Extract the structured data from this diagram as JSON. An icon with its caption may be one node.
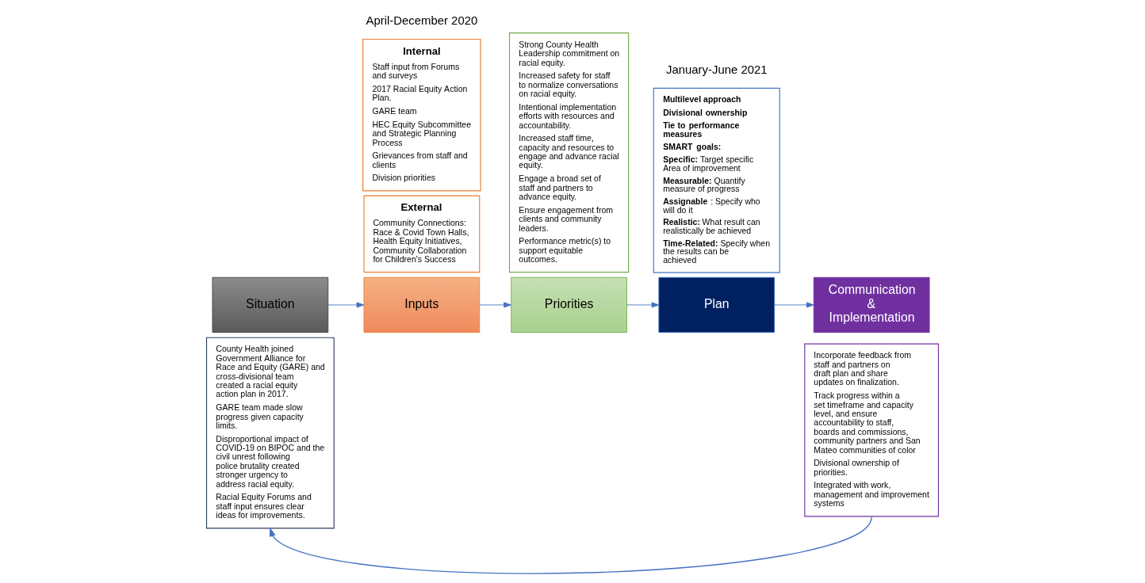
{
  "diagram": {
    "nodes": [
      {
        "text": [
          "Situation"
        ]
      },
      {
        "text": [
          "County Health joined Government Alliance for Race and Equity (GARE) and cross-divisional team created a racial equity action plan in 2017.",
          "GARE team made slow progress given capacity limits.",
          "Disproportional impact of COVID-19 on BIPOC and the civil unrest following police brutality created stronger urgency to address racial equity.",
          "Racial Equity Forums and staff input ensures clear ideas for improvements."
        ]
      },
      {
        "text": [
          "Inputs"
        ]
      },
      {
        "text": [
          "Internal",
          "Staff input from Forums and surveys",
          "2017 Racial Equity Action Plan.",
          "GARE team",
          "HEC Equity Subcommittee and Strategic Planning Process",
          "Grievances from staff and clients",
          "Division priorities"
        ]
      },
      {
        "text": [
          "External",
          "Community Connections: Race & Covid Town Halls, Health Equity Initiatives, Community Collaboration for Children's Success"
        ]
      },
      {
        "text": [
          "Priorities"
        ]
      },
      {
        "text": [
          "Strong County Health Leadership commitment on racial equity.",
          "Increased safety for staff to normalize conversations on racial equity.",
          "Intentional implementation efforts with resources and accountability.",
          "Increased staff time, capacity and resources to engage and advance racial equity.",
          "Engage a broad set of staff and partners to advance equity.",
          "Ensure engagement from clients and community leaders.",
          "Performance metric(s) to support equitable outcomes."
        ]
      },
      {
        "text": [
          "Plan"
        ]
      },
      {
        "text": [
          "**Multilevel approach**",
          "**Divisional ownership**",
          "**Tie to performance measures**",
          "**SMART goals:**",
          "**Specific:** Target specific Area of improvement",
          "**Measurable:** Quantify measure of progress",
          "**Assignable**: Specify who will do it",
          "**Realistic:** What result can realistically be achieved",
          "**Time-Related:** Specify when the results can be achieved"
        ]
      },
      {
        "text": [
          "Communication & Implementation"
        ]
      },
      {
        "text": [
          "Incorporate feedback from staff and partners on draft plan and share updates on finalization.",
          "Track progress within a set timeframe and capacity level, and ensure accountability to staff, boards and commissions, community partners and San Mateo communities of color",
          "Divisional ownership of priorities.",
          "Integrated with work, management and improvement systems"
        ]
      }
    ],
    "edges": [
      {
        "from": 0,
        "to": 2,
        "arrow": "to"
      },
      {
        "from": 2,
        "to": 5,
        "arrow": "to"
      },
      {
        "from": 5,
        "to": 7,
        "arrow": "to"
      },
      {
        "from": 7,
        "to": 9,
        "arrow": "to"
      },
      {
        "from": 10,
        "to": 1,
        "arrow": "to"
      }
    ],
    "labels": [
      "April-December 2020",
      "January-June 2021"
    ]
  }
}
